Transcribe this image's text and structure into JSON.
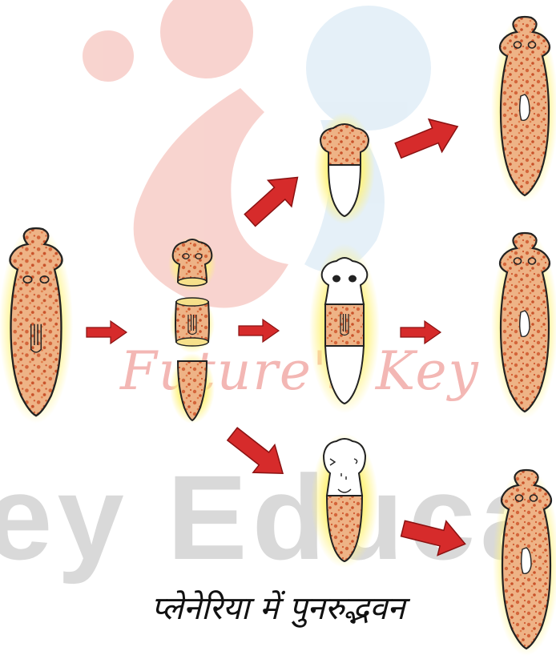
{
  "caption": "प्लेनेरिया में पुनरुद्भवन",
  "watermark": {
    "logo_text": "Future's Key",
    "main_text": "ey Educa",
    "colors": {
      "red": "#f2b0a6",
      "blue": "#cfe3f2",
      "grey": "#d9d9d9"
    }
  },
  "colors": {
    "body_fill": "#e9a06a",
    "body_speckle": "#c9522a",
    "glow": "#fff27a",
    "arrow": "#d62b2b",
    "outline": "#222222"
  },
  "icons": [
    "planarian-body",
    "right-arrow-icon"
  ]
}
